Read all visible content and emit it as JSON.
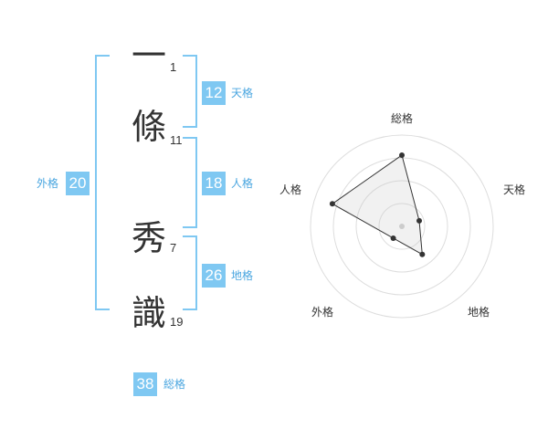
{
  "name": {
    "chars": [
      {
        "char": "一",
        "strokes": "1"
      },
      {
        "char": "條",
        "strokes": "11"
      },
      {
        "char": "秀",
        "strokes": "7"
      },
      {
        "char": "識",
        "strokes": "19"
      }
    ]
  },
  "fortunes": {
    "tenkaku": {
      "value": "12",
      "label": "天格"
    },
    "jinkaku": {
      "value": "18",
      "label": "人格"
    },
    "chikaku": {
      "value": "26",
      "label": "地格"
    },
    "gaikaku": {
      "value": "20",
      "label": "外格"
    },
    "soukaku": {
      "value": "38",
      "label": "総格"
    }
  },
  "colors": {
    "accent": "#7fc8f2",
    "accent_text": "#4aa6e0",
    "text": "#333333"
  },
  "chart_data": {
    "type": "radar",
    "axes": [
      "総格",
      "天格",
      "地格",
      "外格",
      "人格"
    ],
    "values": [
      0.78,
      0.2,
      0.38,
      0.16,
      0.8
    ],
    "range": [
      0,
      1
    ],
    "rings": 4,
    "grid": true
  }
}
